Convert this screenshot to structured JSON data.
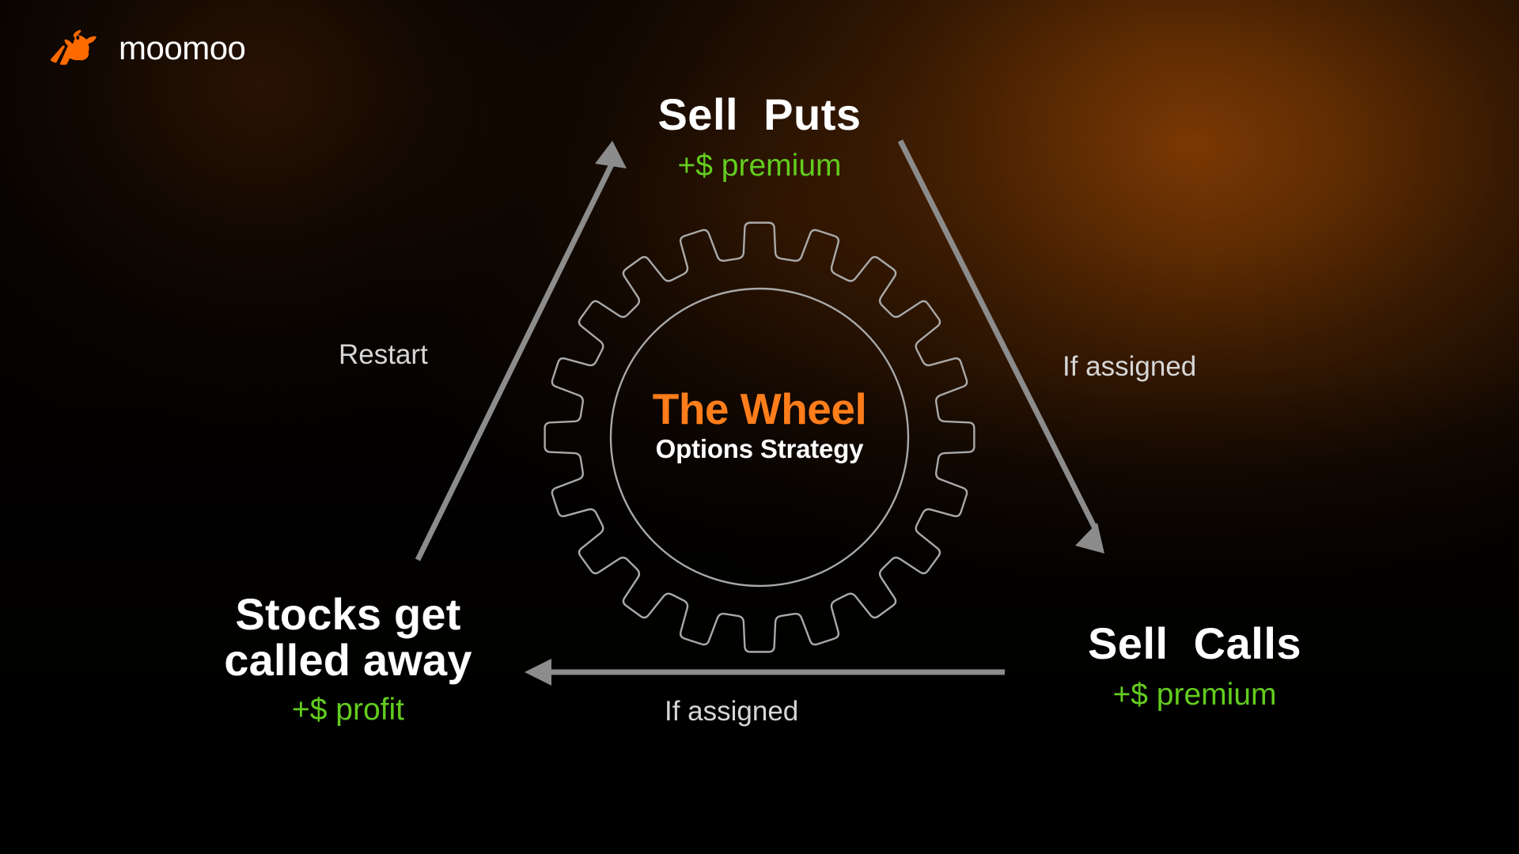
{
  "brand": {
    "name": "moomoo",
    "logo_icon": "moomoo-bull-icon",
    "logo_color": "#FF6A00"
  },
  "colors": {
    "background": "#050302",
    "glow": "#7E3A04",
    "accent_orange": "#FF7D1A",
    "accent_green": "#63CC1E",
    "text_white": "#FFFFFF",
    "text_gray": "#D6D6D6",
    "arrow_gray": "#8C8C8C",
    "gear_stroke": "#A9A9A9"
  },
  "center": {
    "title": "The Wheel",
    "subtitle": "Options Strategy",
    "gear_icon": "gear-outline-icon",
    "gear_teeth": 20
  },
  "nodes": [
    {
      "id": "sell-puts",
      "title": "Sell  Puts",
      "subtitle": "+$ premium"
    },
    {
      "id": "sell-calls",
      "title": "Sell  Calls",
      "subtitle": "+$ premium"
    },
    {
      "id": "stocks-called-away",
      "title": "Stocks get\ncalled away",
      "subtitle": "+$ profit"
    }
  ],
  "edges": [
    {
      "id": "restart",
      "label": "Restart",
      "from": "stocks-called-away",
      "to": "sell-puts",
      "direction": "up-right"
    },
    {
      "id": "if-assigned-right",
      "label": "If assigned",
      "from": "sell-puts",
      "to": "sell-calls",
      "direction": "down-right"
    },
    {
      "id": "if-assigned-bottom",
      "label": "If assigned",
      "from": "sell-calls",
      "to": "stocks-called-away",
      "direction": "left"
    }
  ]
}
